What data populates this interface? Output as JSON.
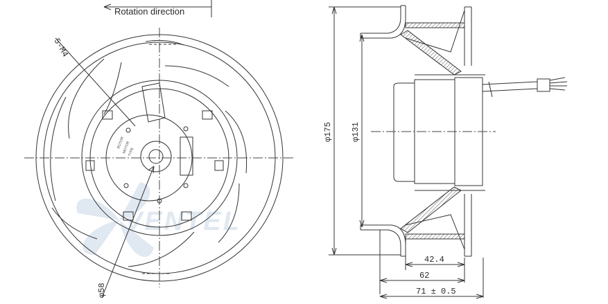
{
  "front_view": {
    "rotation_label": "Rotation direction",
    "thread_label": "5-M4",
    "hub_dim": "φ58"
  },
  "side_view": {
    "dim_outer": "φ175",
    "dim_inner": "φ131",
    "dim_depth_1": "42.4",
    "dim_depth_2": "62",
    "dim_depth_3": "71 ± 0.5"
  },
  "watermark": {
    "text": "VENTEL",
    "color_primary": "#c8d6e6",
    "color_accent": "#6f9fd0"
  },
  "colors": {
    "line": "#333333",
    "hatch": "#555555"
  }
}
